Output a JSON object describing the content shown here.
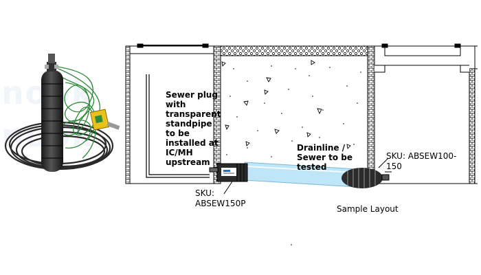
{
  "labels": {
    "plug_caption": "Sewer plug with transparent standpipe to be installed at IC/MH upstream",
    "drainline_caption": "Drainline / Sewer to be tested",
    "sku_right": "SKU: ABSEW100-150",
    "sku_left": "SKU: ABSEW150P",
    "layout_caption": "Sample Layout"
  },
  "watermark": "nook",
  "colors": {
    "pipe_fill": "#bfe6f7",
    "plug_body": "#2b2b2b",
    "hose": "#2e8b3a",
    "tag": "#e8c21a",
    "line": "#000000"
  }
}
